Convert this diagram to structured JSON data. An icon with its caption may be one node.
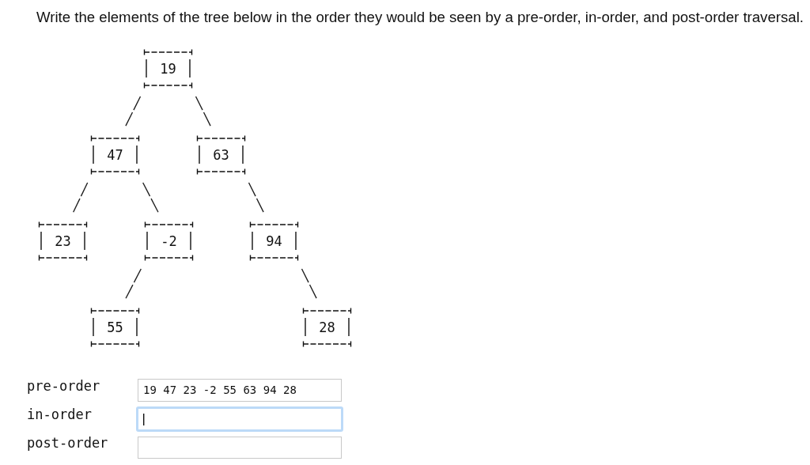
{
  "diagram": {
    "title": "Write the elements of the tree below in the order they would be seen by a pre-order, in-order, and post-order traversal.",
    "nodes": [
      {
        "text": [
          "19"
        ]
      },
      {
        "text": [
          "47"
        ]
      },
      {
        "text": [
          "63"
        ]
      },
      {
        "text": [
          "23"
        ]
      },
      {
        "text": [
          "-2"
        ]
      },
      {
        "text": [
          "94"
        ]
      },
      {
        "text": [
          "55"
        ]
      },
      {
        "text": [
          "28"
        ]
      }
    ],
    "edges": [
      {
        "from": 0,
        "to": 1,
        "arrow": "none"
      },
      {
        "from": 0,
        "to": 2,
        "arrow": "none"
      },
      {
        "from": 1,
        "to": 3,
        "arrow": "none"
      },
      {
        "from": 1,
        "to": 4,
        "arrow": "none"
      },
      {
        "from": 2,
        "to": 5,
        "arrow": "none"
      },
      {
        "from": 4,
        "to": 6,
        "arrow": "none"
      },
      {
        "from": 5,
        "to": 7,
        "arrow": "none"
      }
    ],
    "labels": [
      "pre-order",
      "19 47 23 -2 55 63 94 28",
      "in-order",
      "post-order"
    ]
  }
}
